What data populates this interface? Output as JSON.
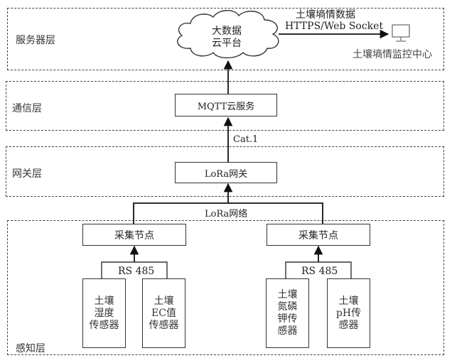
{
  "layers": {
    "server": "服务器层",
    "communication": "通信层",
    "gateway": "网关层",
    "perception": "感知层"
  },
  "cloud": {
    "line1": "大数据",
    "line2": "云平台"
  },
  "server_link": {
    "label_top": "土壤墒情数据",
    "label_bottom": "HTTPS/Web Socket"
  },
  "monitor_center": "土壤墒情监控中心",
  "mqtt_box": "MQTT云服务",
  "cat1_label": "Cat.1",
  "lora_gateway_box": "LoRa网关",
  "lora_network_label": "LoRa网络",
  "nodes": [
    {
      "label": "采集节点",
      "bus": "RS 485",
      "sensors": [
        {
          "lines": [
            "土壤",
            "湿度",
            "传感器"
          ]
        },
        {
          "lines": [
            "土壤",
            "EC值",
            "传感器"
          ]
        }
      ]
    },
    {
      "label": "采集节点",
      "bus": "RS 485",
      "sensors": [
        {
          "lines": [
            "土壤",
            "氮磷",
            "钾传",
            "感器"
          ]
        },
        {
          "lines": [
            "土壤",
            "pH传",
            "感器"
          ]
        }
      ]
    }
  ]
}
